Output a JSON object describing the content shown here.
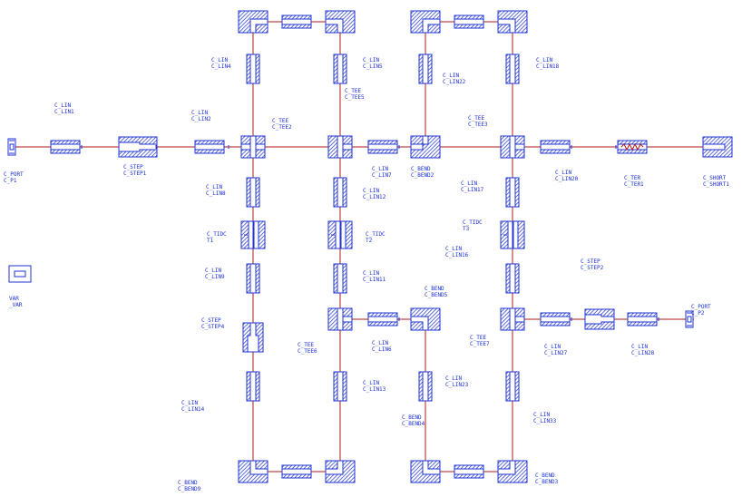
{
  "colors": {
    "component": "#1f33d1",
    "wire": "#b21a1a",
    "background": "#ffffff"
  },
  "components": [
    {
      "id": "p1",
      "type": "C_PORT",
      "name": "C_P1"
    },
    {
      "id": "lin1",
      "type": "C_LIN",
      "name": "C_LIN1"
    },
    {
      "id": "step1",
      "type": "C_STEP",
      "name": "C_STEP1"
    },
    {
      "id": "lin2",
      "type": "C_LIN",
      "name": "C_LIN2"
    },
    {
      "id": "tee2",
      "type": "C_TEE",
      "name": "C_TEE2"
    },
    {
      "id": "lin4",
      "type": "C_LIN",
      "name": "C_LIN4"
    },
    {
      "id": "lin5",
      "type": "C_LIN",
      "name": "C_LIN5"
    },
    {
      "id": "tee5",
      "type": "C_TEE",
      "name": "C_TEE5"
    },
    {
      "id": "lin7",
      "type": "C_LIN",
      "name": "C_LIN7"
    },
    {
      "id": "bend2",
      "type": "C_BEND",
      "name": "C_BEND2"
    },
    {
      "id": "lin22",
      "type": "C_LIN",
      "name": "C_LIN22"
    },
    {
      "id": "lin18",
      "type": "C_LIN",
      "name": "C_LIN18"
    },
    {
      "id": "tee3",
      "type": "C_TEE",
      "name": "C_TEE3"
    },
    {
      "id": "lin20",
      "type": "C_LIN",
      "name": "C_LIN20"
    },
    {
      "id": "ter1",
      "type": "C_TER",
      "name": "C_TER1"
    },
    {
      "id": "short1",
      "type": "C_SHORT",
      "name": "C_SHORT1"
    },
    {
      "id": "lin8",
      "type": "C_LIN",
      "name": "C_LIN8"
    },
    {
      "id": "lin12",
      "type": "C_LIN",
      "name": "C_LIN12"
    },
    {
      "id": "lin17",
      "type": "C_LIN",
      "name": "C_LIN17"
    },
    {
      "id": "t1",
      "type": "C_TIDC",
      "name": "T1"
    },
    {
      "id": "t2",
      "type": "C_TIDC",
      "name": "T2"
    },
    {
      "id": "t3",
      "type": "C_TIDC",
      "name": "T3"
    },
    {
      "id": "lin9",
      "type": "C_LIN",
      "name": "C_LIN9"
    },
    {
      "id": "lin11",
      "type": "C_LIN",
      "name": "C_LIN11"
    },
    {
      "id": "lin16",
      "type": "C_LIN",
      "name": "C_LIN16"
    },
    {
      "id": "step2",
      "type": "C_STEP",
      "name": "C_STEP2"
    },
    {
      "id": "bend5",
      "type": "C_BEND",
      "name": "C_BEND5"
    },
    {
      "id": "var",
      "type": "VAR",
      "name": "_VAR"
    },
    {
      "id": "step4",
      "type": "C_STEP",
      "name": "C_STEP4"
    },
    {
      "id": "tee6",
      "type": "C_TEE",
      "name": "C_TEE6"
    },
    {
      "id": "lin6",
      "type": "C_LIN",
      "name": "C_LIN6"
    },
    {
      "id": "tee7",
      "type": "C_TEE",
      "name": "C_TEE7"
    },
    {
      "id": "lin27",
      "type": "C_LIN",
      "name": "C_LIN27"
    },
    {
      "id": "lin28",
      "type": "C_LIN",
      "name": "C_LIN28"
    },
    {
      "id": "p2",
      "type": "C_PORT",
      "name": "C_P2"
    },
    {
      "id": "lin14",
      "type": "C_LIN",
      "name": "C_LIN14"
    },
    {
      "id": "lin13",
      "type": "C_LIN",
      "name": "C_LIN13"
    },
    {
      "id": "lin23",
      "type": "C_LIN",
      "name": "C_LIN23"
    },
    {
      "id": "bend4",
      "type": "C_BEND",
      "name": "C_BEND4"
    },
    {
      "id": "lin33",
      "type": "C_LIN",
      "name": "C_LIN33"
    },
    {
      "id": "bend9",
      "type": "C_BEND",
      "name": "C_BEND9"
    },
    {
      "id": "bend3",
      "type": "C_BEND",
      "name": "C_BEND3"
    }
  ]
}
